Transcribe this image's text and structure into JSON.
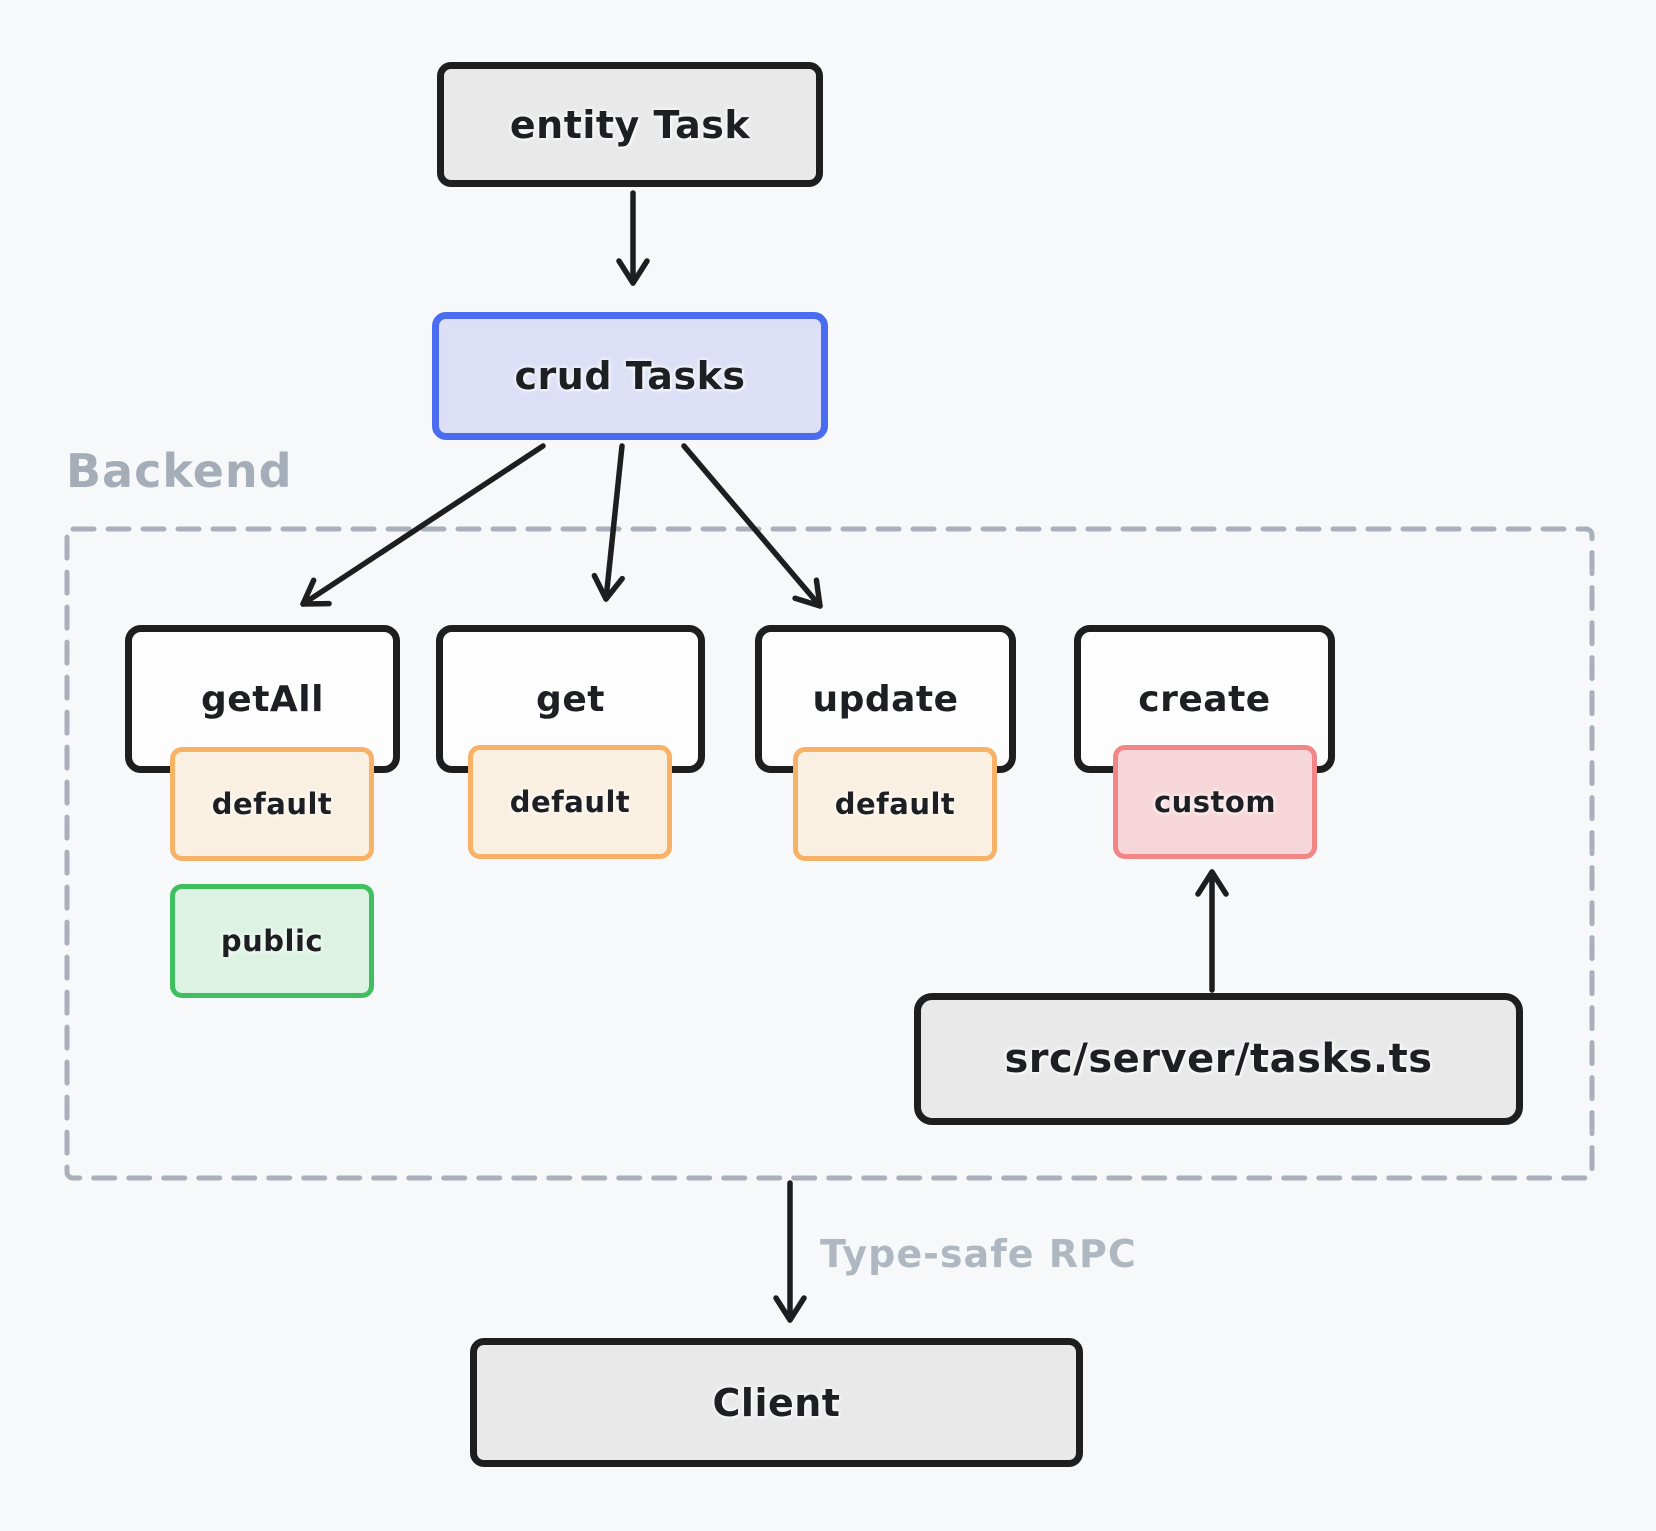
{
  "diagram": {
    "entity": {
      "label": "entity Task"
    },
    "crud": {
      "label": "crud Tasks"
    },
    "zones": {
      "backend_label": "Backend",
      "rpc_label": "Type-safe RPC"
    },
    "operations": {
      "getAll": {
        "name": "getAll",
        "mode": "default",
        "visibility": "public"
      },
      "get": {
        "name": "get",
        "mode": "default"
      },
      "update": {
        "name": "update",
        "mode": "default"
      },
      "create": {
        "name": "create",
        "mode": "custom"
      }
    },
    "server_file": {
      "label": "src/server/tasks.ts"
    },
    "client": {
      "label": "Client"
    },
    "colors": {
      "background": "#f7f8fa",
      "ink": "#1e1e1e",
      "gray_box_fill": "#e9e9e9",
      "white_box_fill": "#fdfdfe",
      "crud_border": "#4a6cf0",
      "crud_fill": "#dcdff6",
      "default_border": "#f7b267",
      "default_fill": "#faf0e1",
      "public_border": "#3fbf5f",
      "public_fill": "#dcf3e4",
      "custom_border": "#f28585",
      "custom_fill": "#f7d6d9",
      "dashed_border": "#a9b0bb",
      "muted_label": "#a5adb9"
    }
  }
}
